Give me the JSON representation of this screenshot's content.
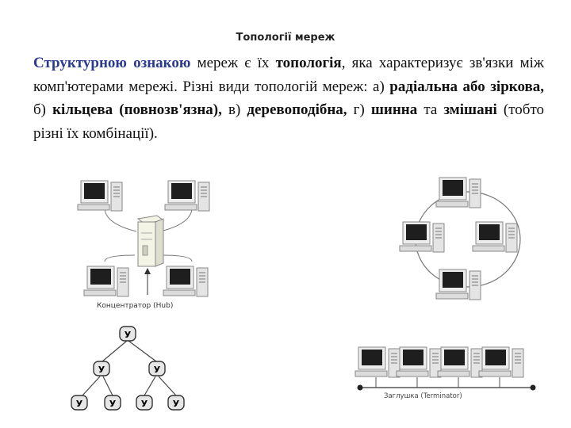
{
  "page": {
    "title": "Топології мереж"
  },
  "paragraph": {
    "lead_term": "Структурною ознакою",
    "t1": " мереж є їх ",
    "topology": "топологія",
    "t2": ", яка характеризує зв'язки між комп'ютерами мережі. Різні види топологій мереж: а) ",
    "star": "радіальна або зіркова,",
    "t3": " б) ",
    "ring": "кільцева (повнозв'язна),",
    "t4": " в) ",
    "tree": "деревоподібна,",
    "t5": " г) ",
    "bus": "шинна",
    "t6": " та ",
    "mixed": "змішані",
    "t7": " (тобто різні їх комбінації)."
  },
  "figures": {
    "star": {
      "hub_caption": "Концентратор (Hub)"
    },
    "tree": {
      "node_label": "У"
    },
    "bus": {
      "terminator_caption": "Заглушка (Terminator)"
    }
  },
  "colors": {
    "accent_text": "#2b3a8f",
    "node_fill": "#e6e6e6",
    "monitor_screen": "#202020",
    "line": "#555555"
  }
}
